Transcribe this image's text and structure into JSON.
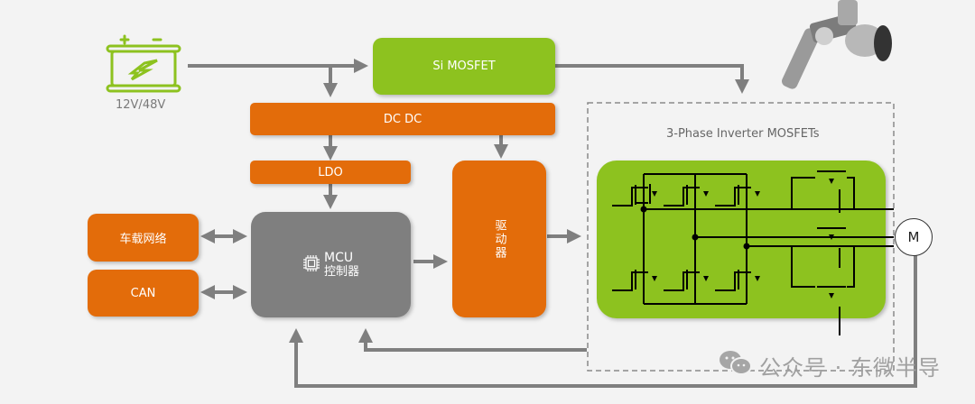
{
  "battery": {
    "label": "12V/48V",
    "icon": "battery-icon"
  },
  "blocks": {
    "si_mosfet": "Si MOSFET",
    "dcdc": "DC DC",
    "ldo": "LDO",
    "vehicle_network": "车载网络",
    "can": "CAN",
    "mcu_line1": "MCU",
    "mcu_line2": "控制器",
    "driver": "驱动器"
  },
  "inverter": {
    "title": "3-Phase Inverter MOSFETs"
  },
  "motor": {
    "label": "M"
  },
  "steering_image": {
    "icon": "steering-column-icon"
  },
  "watermark": {
    "text": "公众号 · 东微半导",
    "icon": "wechat-icon"
  },
  "colors": {
    "orange": "#e36c0a",
    "green": "#8dc21f",
    "gray": "#7f7f7f",
    "arrow": "#7f7f7f"
  }
}
